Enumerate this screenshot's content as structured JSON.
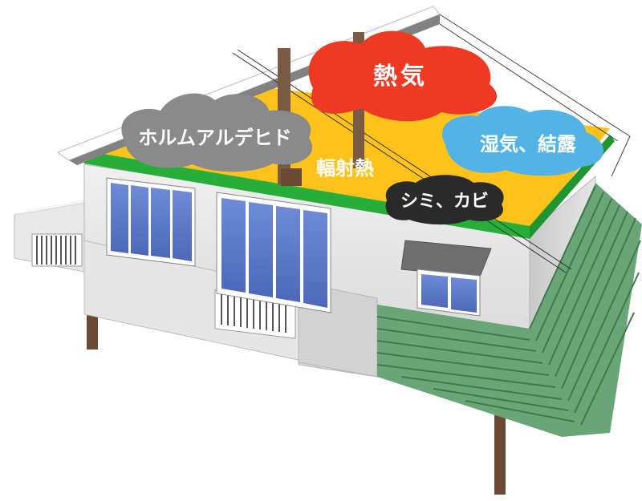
{
  "labels": {
    "formaldehyde": "ホルムアルデヒド",
    "heat": "熱気",
    "humidity": "湿気、結露",
    "radiant_heat": "輻射熱",
    "mold": "シミ、カビ"
  },
  "colors": {
    "heat_cloud": "#ee3a22",
    "formaldehyde_cloud": "#8a8a8a",
    "humidity_cloud": "#52b3e6",
    "mold_cloud": "#2a2a2a",
    "attic_floor": "#ffc21a",
    "green_band": "#27ae3a",
    "roof_green": "#5c9a6c",
    "wall": "#e3e3e3",
    "window_glass": "#5c78c6",
    "roof_slab": "#7d7d7d",
    "beam_brown": "#7a5c45"
  }
}
